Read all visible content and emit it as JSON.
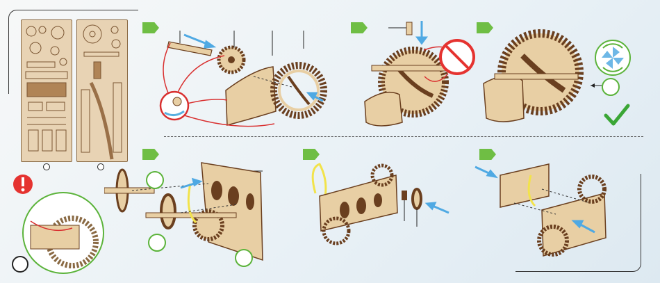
{
  "colors": {
    "step_marker": "#6fbe44",
    "ring_green": "#5bb33a",
    "warning_red": "#e53330",
    "arrow_blue": "#4fa9e3",
    "arrow_red": "#d93030",
    "wood_light": "#e8cfa4",
    "wood_dark": "#6a3f1f",
    "check_green": "#3aa635",
    "cord_yellow": "#f2e34a"
  },
  "icons": {
    "step_marker": "green-arrow-step-icon",
    "warning": "exclamation-warning-icon",
    "no_glue": "no-glue-prohibited-icon",
    "rotate": "rotation-pinwheel-icon",
    "done": "checkmark-icon"
  },
  "steps": [
    {
      "id": "step-1",
      "row": "top"
    },
    {
      "id": "step-2",
      "row": "top"
    },
    {
      "id": "step-3",
      "row": "top"
    },
    {
      "id": "step-4",
      "row": "bottom"
    },
    {
      "id": "step-5",
      "row": "bottom"
    },
    {
      "id": "step-6",
      "row": "bottom"
    }
  ]
}
